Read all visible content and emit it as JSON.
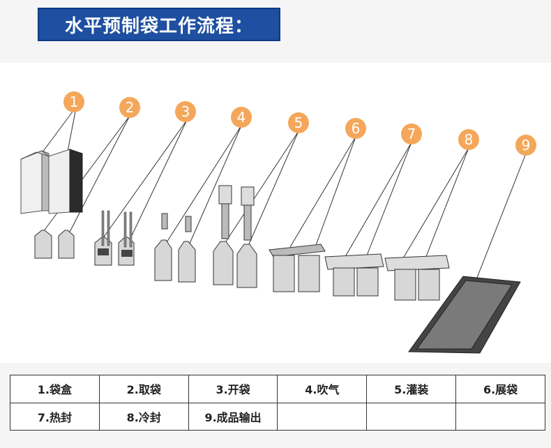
{
  "title": "水平预制袋工作流程：",
  "markers": [
    "1",
    "2",
    "3",
    "4",
    "5",
    "6",
    "7",
    "8",
    "9"
  ],
  "steps": [
    [
      "1.袋盒",
      "2.取袋",
      "3.开袋",
      "4.吹气",
      "5.灌装",
      "6.展袋"
    ],
    [
      "7.热封",
      "8.冷封",
      "9.成品输出",
      "",
      "",
      ""
    ]
  ],
  "colors": {
    "title_bg": "#1e4fa0",
    "marker": "#f4a75a",
    "bag": "#d7d7d7"
  }
}
